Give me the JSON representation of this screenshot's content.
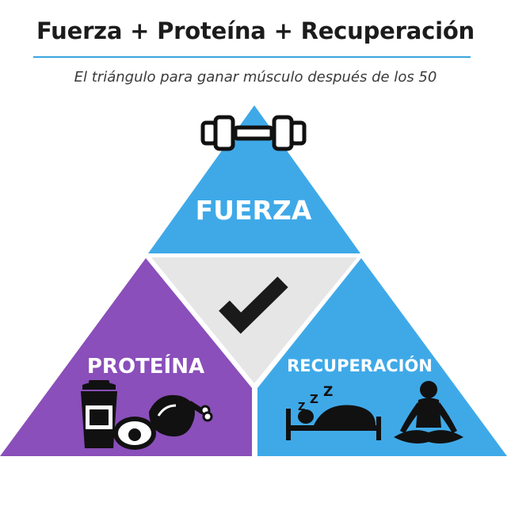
{
  "header": {
    "title": "Fuerza + Proteína + Recuperación",
    "subtitle": "El triángulo para ganar músculo después de los 50"
  },
  "triangle": {
    "top_label": "FUERZA",
    "left_label": "PROTEÍNA",
    "right_label": "RECUPERACIÓN"
  },
  "colors": {
    "fuerza": "#3fa9e8",
    "proteina": "#8a4fba",
    "recuperacion": "#3fa9e8",
    "center": "#e6e6e6",
    "icon": "#111111",
    "rule": "#3aa6dc"
  },
  "icons": {
    "top": "dumbbell-icon",
    "center": "checkmark-icon",
    "left": [
      "protein-shaker-icon",
      "avocado-icon",
      "chicken-leg-icon"
    ],
    "right": [
      "sleeping-bed-icon",
      "meditation-icon"
    ]
  }
}
